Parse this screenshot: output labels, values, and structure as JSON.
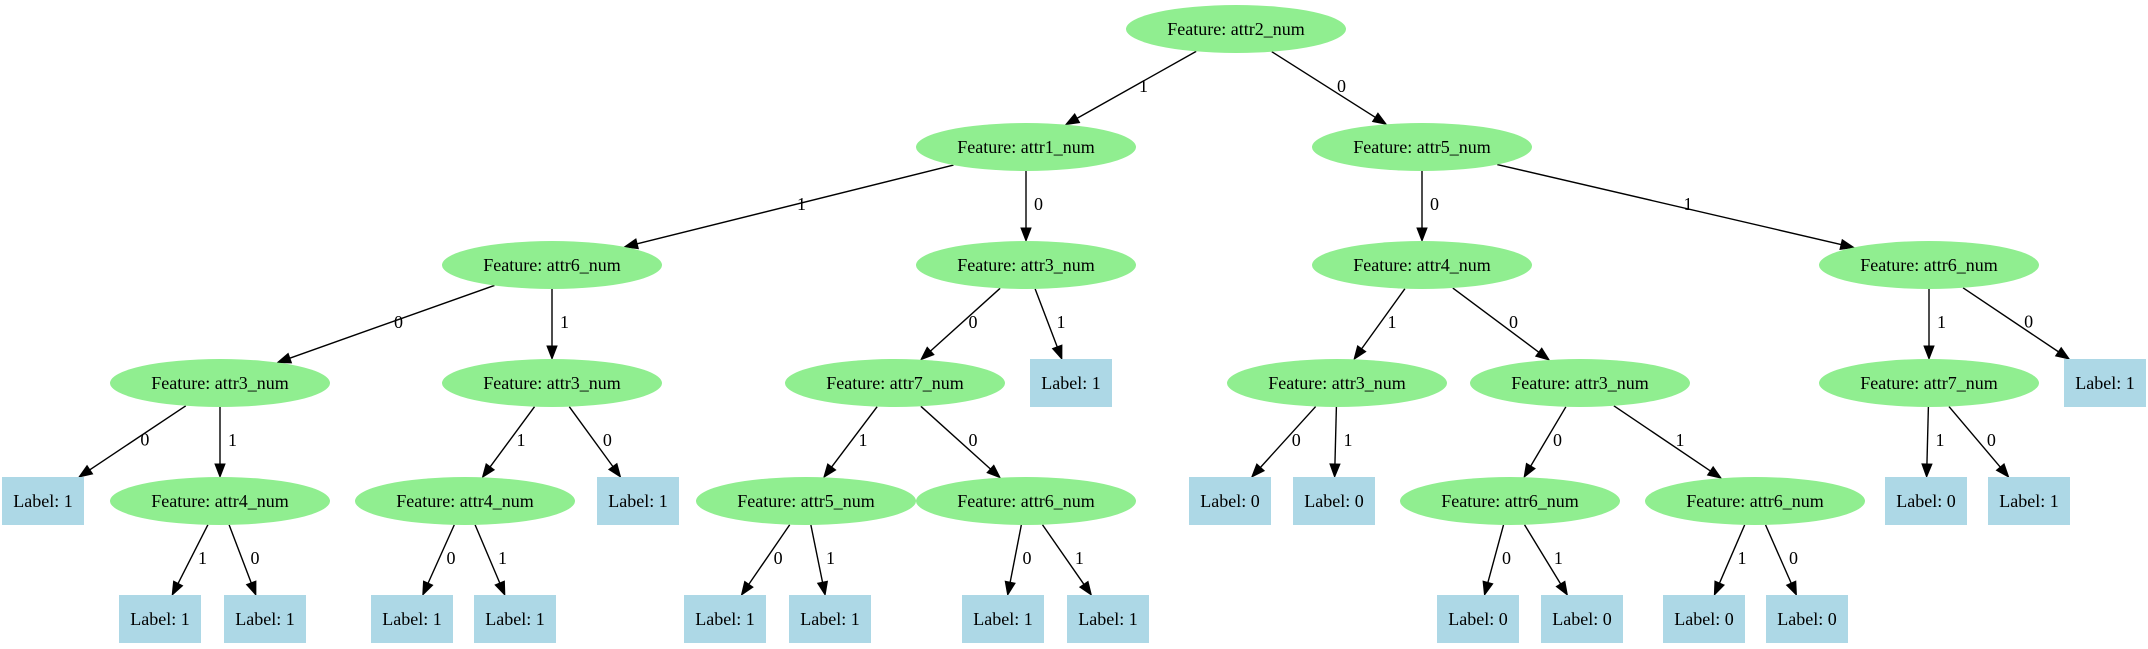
{
  "colors": {
    "feature_fill": "#90ee90",
    "label_fill": "#add8e6"
  },
  "nodes": [
    {
      "id": "n0",
      "kind": "feature",
      "text": "Feature: attr2_num"
    },
    {
      "id": "n1",
      "kind": "feature",
      "text": "Feature: attr1_num"
    },
    {
      "id": "n2",
      "kind": "feature",
      "text": "Feature: attr5_num"
    },
    {
      "id": "n3",
      "kind": "feature",
      "text": "Feature: attr6_num"
    },
    {
      "id": "n4",
      "kind": "feature",
      "text": "Feature: attr3_num"
    },
    {
      "id": "n5",
      "kind": "feature",
      "text": "Feature: attr4_num"
    },
    {
      "id": "n6",
      "kind": "feature",
      "text": "Feature: attr6_num"
    },
    {
      "id": "n7",
      "kind": "feature",
      "text": "Feature: attr3_num"
    },
    {
      "id": "n8",
      "kind": "feature",
      "text": "Feature: attr3_num"
    },
    {
      "id": "n9",
      "kind": "feature",
      "text": "Feature: attr7_num"
    },
    {
      "id": "n10",
      "kind": "label",
      "text": "Label: 1"
    },
    {
      "id": "n11",
      "kind": "feature",
      "text": "Feature: attr3_num"
    },
    {
      "id": "n12",
      "kind": "feature",
      "text": "Feature: attr3_num"
    },
    {
      "id": "n13",
      "kind": "feature",
      "text": "Feature: attr7_num"
    },
    {
      "id": "n14",
      "kind": "label",
      "text": "Label: 1"
    },
    {
      "id": "n15",
      "kind": "label",
      "text": "Label: 1"
    },
    {
      "id": "n16",
      "kind": "feature",
      "text": "Feature: attr4_num"
    },
    {
      "id": "n17",
      "kind": "feature",
      "text": "Feature: attr4_num"
    },
    {
      "id": "n18",
      "kind": "label",
      "text": "Label: 1"
    },
    {
      "id": "n19",
      "kind": "feature",
      "text": "Feature: attr5_num"
    },
    {
      "id": "n20",
      "kind": "feature",
      "text": "Feature: attr6_num"
    },
    {
      "id": "n21",
      "kind": "label",
      "text": "Label: 0"
    },
    {
      "id": "n22",
      "kind": "label",
      "text": "Label: 0"
    },
    {
      "id": "n23",
      "kind": "feature",
      "text": "Feature: attr6_num"
    },
    {
      "id": "n24",
      "kind": "feature",
      "text": "Feature: attr6_num"
    },
    {
      "id": "n25",
      "kind": "label",
      "text": "Label: 0"
    },
    {
      "id": "n26",
      "kind": "label",
      "text": "Label: 1"
    },
    {
      "id": "n27",
      "kind": "label",
      "text": "Label: 1"
    },
    {
      "id": "n28",
      "kind": "label",
      "text": "Label: 1"
    },
    {
      "id": "n29",
      "kind": "label",
      "text": "Label: 1"
    },
    {
      "id": "n30",
      "kind": "label",
      "text": "Label: 1"
    },
    {
      "id": "n31",
      "kind": "label",
      "text": "Label: 1"
    },
    {
      "id": "n32",
      "kind": "label",
      "text": "Label: 1"
    },
    {
      "id": "n33",
      "kind": "label",
      "text": "Label: 1"
    },
    {
      "id": "n34",
      "kind": "label",
      "text": "Label: 1"
    },
    {
      "id": "n35",
      "kind": "label",
      "text": "Label: 0"
    },
    {
      "id": "n36",
      "kind": "label",
      "text": "Label: 0"
    },
    {
      "id": "n37",
      "kind": "label",
      "text": "Label: 0"
    },
    {
      "id": "n38",
      "kind": "label",
      "text": "Label: 0"
    }
  ],
  "edges": [
    {
      "from": "n0",
      "to": "n1",
      "label": "1"
    },
    {
      "from": "n0",
      "to": "n2",
      "label": "0"
    },
    {
      "from": "n1",
      "to": "n3",
      "label": "1"
    },
    {
      "from": "n1",
      "to": "n4",
      "label": "0"
    },
    {
      "from": "n2",
      "to": "n5",
      "label": "0"
    },
    {
      "from": "n2",
      "to": "n6",
      "label": "1"
    },
    {
      "from": "n3",
      "to": "n7",
      "label": "0"
    },
    {
      "from": "n3",
      "to": "n8",
      "label": "1"
    },
    {
      "from": "n4",
      "to": "n9",
      "label": "0"
    },
    {
      "from": "n4",
      "to": "n10",
      "label": "1"
    },
    {
      "from": "n5",
      "to": "n11",
      "label": "1"
    },
    {
      "from": "n5",
      "to": "n12",
      "label": "0"
    },
    {
      "from": "n6",
      "to": "n13",
      "label": "1"
    },
    {
      "from": "n6",
      "to": "n14",
      "label": "0"
    },
    {
      "from": "n7",
      "to": "n15",
      "label": "0"
    },
    {
      "from": "n7",
      "to": "n16",
      "label": "1"
    },
    {
      "from": "n8",
      "to": "n17",
      "label": "1"
    },
    {
      "from": "n8",
      "to": "n18",
      "label": "0"
    },
    {
      "from": "n9",
      "to": "n19",
      "label": "1"
    },
    {
      "from": "n9",
      "to": "n20",
      "label": "0"
    },
    {
      "from": "n11",
      "to": "n21",
      "label": "0"
    },
    {
      "from": "n11",
      "to": "n22",
      "label": "1"
    },
    {
      "from": "n12",
      "to": "n23",
      "label": "0"
    },
    {
      "from": "n12",
      "to": "n24",
      "label": "1"
    },
    {
      "from": "n13",
      "to": "n25",
      "label": "1"
    },
    {
      "from": "n13",
      "to": "n26",
      "label": "0"
    },
    {
      "from": "n16",
      "to": "n27",
      "label": "1"
    },
    {
      "from": "n16",
      "to": "n28",
      "label": "0"
    },
    {
      "from": "n17",
      "to": "n29",
      "label": "0"
    },
    {
      "from": "n17",
      "to": "n30",
      "label": "1"
    },
    {
      "from": "n19",
      "to": "n31",
      "label": "0"
    },
    {
      "from": "n19",
      "to": "n32",
      "label": "1"
    },
    {
      "from": "n20",
      "to": "n33",
      "label": "0"
    },
    {
      "from": "n20",
      "to": "n34",
      "label": "1"
    },
    {
      "from": "n23",
      "to": "n35",
      "label": "0"
    },
    {
      "from": "n23",
      "to": "n36",
      "label": "1"
    },
    {
      "from": "n24",
      "to": "n37",
      "label": "1"
    },
    {
      "from": "n24",
      "to": "n38",
      "label": "0"
    }
  ]
}
